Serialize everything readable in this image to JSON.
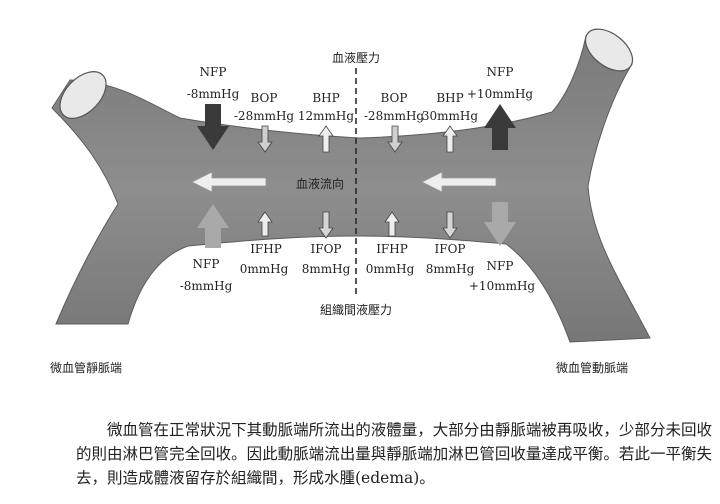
{
  "diagram": {
    "top_axis_label": "血液壓力",
    "bottom_axis_label": "組織間液壓力",
    "flow_label": "血液流向",
    "left_end_label": "微血管靜脈端",
    "right_end_label": "微血管動脈端",
    "venous_top_nfp": {
      "name": "NFP",
      "value": "-8mmHg"
    },
    "venous_bop": {
      "name": "BOP",
      "value": "-28mmHg"
    },
    "venous_bhp": {
      "name": "BHP",
      "value": "12mmHg"
    },
    "arterial_bop": {
      "name": "BOP",
      "value": "-28mmHg"
    },
    "arterial_bhp": {
      "name": "BHP",
      "value": "30mmHg"
    },
    "arterial_top_nfp": {
      "name": "NFP",
      "value": "+10mmHg"
    },
    "venous_bottom_nfp": {
      "name": "NFP",
      "value": "-8mmHg"
    },
    "venous_ifhp": {
      "name": "IFHP",
      "value": "0mmHg"
    },
    "venous_ifop": {
      "name": "IFOP",
      "value": "8mmHg"
    },
    "arterial_ifhp": {
      "name": "IFHP",
      "value": "0mmHg"
    },
    "arterial_ifop": {
      "name": "IFOP",
      "value": "8mmHg"
    },
    "arterial_bottom_nfp": {
      "name": "NFP",
      "value": "+10mmHg"
    },
    "colors": {
      "vessel": "#838383",
      "vessel_outline": "#555555",
      "dark_arrow": "#3a3a3a",
      "light_arrow": "#a9a9a9",
      "white_arrow": "#eeeeee"
    }
  },
  "caption": {
    "text": "微血管在正常狀況下其動脈端所流出的液體量，大部分由靜脈端被再吸收，少部分未回收的則由淋巴管完全回收。因此動脈端流出量與靜脈端加淋巴管回收量達成平衡。若此一平衡失去，則造成體液留存於組織間，形成水腫(edema)。"
  }
}
